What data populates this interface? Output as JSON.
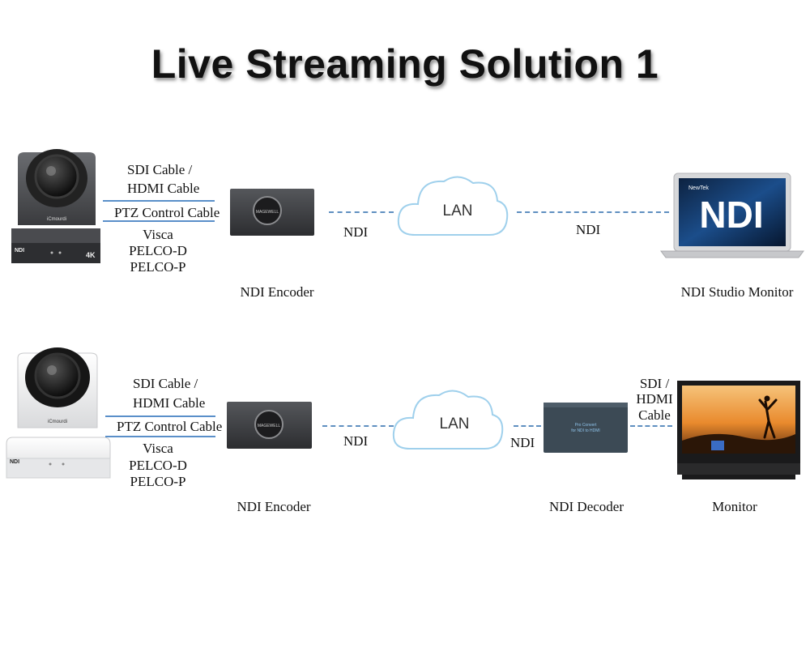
{
  "title": "Live Streaming Solution 1",
  "colors": {
    "cable": "#5a8fc9",
    "cloud_stroke": "#9fd0ec",
    "dark_device": "#2f3033"
  },
  "rows": [
    {
      "camera": {
        "brand": "iCmourdi",
        "badge_left": "NDI",
        "badge_right": "4K",
        "color": "dark-gray"
      },
      "cable_labels": {
        "sdi": "SDI Cable /",
        "hdmi": "HDMI Cable",
        "ptz": "PTZ Control Cable",
        "visca": "Visca",
        "pelco_d": "PELCO-D",
        "pelco_p": "PELCO-P"
      },
      "encoder": {
        "label": "NDI Encoder",
        "device_text": "MAGEWELL"
      },
      "ndi_left": "NDI",
      "cloud": "LAN",
      "ndi_right": "NDI",
      "destination": {
        "label": "NDI Studio Monitor",
        "logo_small": "NewTek",
        "logo_big": "NDI"
      }
    },
    {
      "camera": {
        "brand": "iCmourdi",
        "badge_left": "NDI",
        "color": "white"
      },
      "cable_labels": {
        "sdi": "SDI Cable /",
        "hdmi": "HDMI Cable",
        "ptz": "PTZ Control Cable",
        "visca": "Visca",
        "pelco_d": "PELCO-D",
        "pelco_p": "PELCO-P"
      },
      "encoder": {
        "label": "NDI Encoder",
        "device_text": "MAGEWELL"
      },
      "ndi_left": "NDI",
      "cloud": "LAN",
      "ndi_right": "NDI",
      "decoder": {
        "label": "NDI Decoder",
        "device_text": "Pro Convert for NDI to HDMI"
      },
      "sdi_labels": [
        "SDI /",
        "HDMI",
        "Cable"
      ],
      "destination": {
        "label": "Monitor"
      }
    }
  ]
}
